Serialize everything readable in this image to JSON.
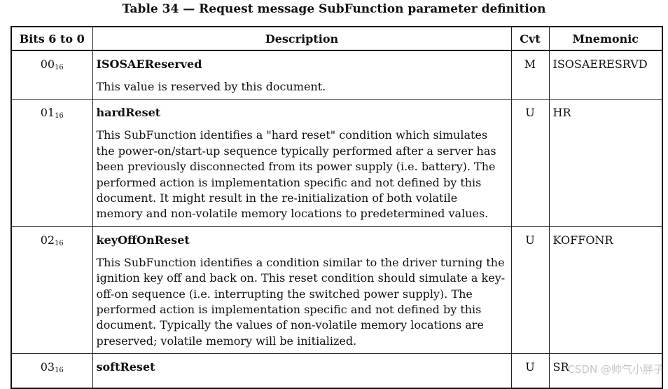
{
  "caption": "Table 34 — Request message SubFunction parameter definition",
  "headers": {
    "bits": "Bits 6 to 0",
    "description": "Description",
    "cvt": "Cvt",
    "mnemonic": "Mnemonic"
  },
  "rows": [
    {
      "value": "00",
      "radix": "16",
      "name": "ISOSAEReserved",
      "description": "This value is reserved by this document.",
      "cvt": "M",
      "mnemonic": "ISOSAERESRVD"
    },
    {
      "value": "01",
      "radix": "16",
      "name": "hardReset",
      "description": "This SubFunction identifies a \"hard reset\" condition which simulates the power-on/start-up sequence typically performed after a server has been previously disconnected from its power supply (i.e. battery). The performed action is implementation specific and not defined by this document. It might result in the re-initialization of both volatile memory and non-volatile memory locations to predetermined values.",
      "cvt": "U",
      "mnemonic": "HR"
    },
    {
      "value": "02",
      "radix": "16",
      "name": "keyOffOnReset",
      "description": "This SubFunction identifies a condition similar to the driver turning the ignition key off and back on. This reset condition should simulate a key-off-on sequence (i.e. interrupting the switched power supply). The performed action is implementation specific and not defined by this document. Typically the values of non-volatile memory locations are preserved; volatile memory will be initialized.",
      "cvt": "U",
      "mnemonic": "KOFFONR"
    },
    {
      "value": "03",
      "radix": "16",
      "name": "softReset",
      "cvt": "U",
      "mnemonic": "SR"
    }
  ],
  "watermark": "CSDN @帅气小胖子"
}
